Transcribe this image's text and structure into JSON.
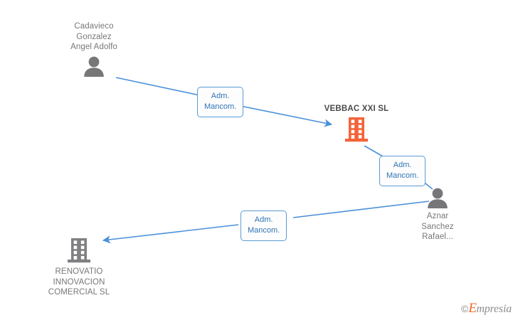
{
  "graph": {
    "background_color": "#ffffff",
    "edge_color": "#4a90d9",
    "focus_color": "#f4633a",
    "node_gray": "#77777a",
    "label_text_color": "#2f74b5",
    "label_border_color": "#5b9bd5",
    "nodes": [
      {
        "id": "cadavieco",
        "type": "person",
        "icon": "person-icon",
        "label": "Cadavieco\nGonzalez\nAngel Adolfo",
        "color": "#77777a"
      },
      {
        "id": "vebbac",
        "type": "company",
        "icon": "building-icon",
        "label": "VEBBAC XXI SL",
        "color": "#f4633a",
        "focus": true
      },
      {
        "id": "aznar",
        "type": "person",
        "icon": "person-icon",
        "label": "Aznar\nSanchez\nRafael...",
        "color": "#77777a"
      },
      {
        "id": "renovatio",
        "type": "company",
        "icon": "building-icon",
        "label": "RENOVATIO\nINNOVACION\nCOMERCIAL SL",
        "color": "#808083"
      }
    ],
    "edges": [
      {
        "id": "e1",
        "from": "cadavieco",
        "to": "vebbac",
        "label": "Adm.\nMancom."
      },
      {
        "id": "e2",
        "from": "vebbac",
        "to": "aznar",
        "label": "Adm.\nMancom."
      },
      {
        "id": "e3",
        "from": "aznar",
        "to": "renovatio",
        "label": "Adm.\nMancom."
      }
    ]
  },
  "watermark": {
    "copyright": "©",
    "brand_initial": "E",
    "brand_rest": "mpresia"
  }
}
